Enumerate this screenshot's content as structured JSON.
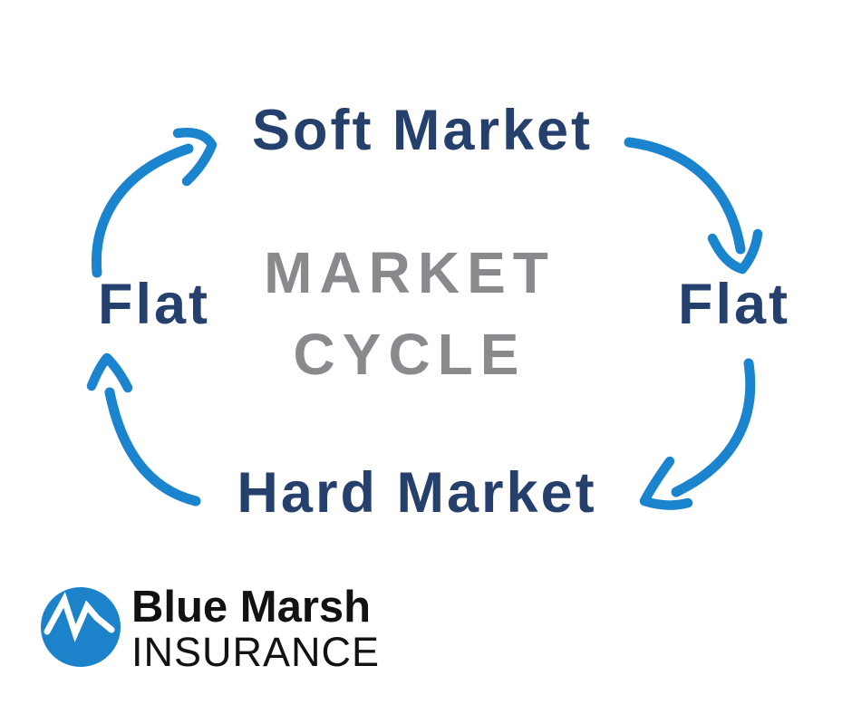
{
  "diagram": {
    "center_title": {
      "line1": "MARKET",
      "line2": "CYCLE"
    },
    "nodes": {
      "top": "Soft Market",
      "right": "Flat",
      "bottom": "Hard Market",
      "left": "Flat"
    },
    "arrows": [
      {
        "name": "flat-left-to-soft-market",
        "direction": "up-right"
      },
      {
        "name": "soft-market-to-flat-right",
        "direction": "down"
      },
      {
        "name": "flat-right-to-hard-market",
        "direction": "down-left"
      },
      {
        "name": "hard-market-to-flat-left",
        "direction": "up"
      }
    ],
    "colors": {
      "arrow_blue": "#1B84CE",
      "node_navy": "#25406D",
      "title_gray": "#898A8D"
    }
  },
  "logo": {
    "line1": "Blue Marsh",
    "line2": "INSURANCE",
    "circle_color": "#1C83CA",
    "text_color": "#121212"
  }
}
